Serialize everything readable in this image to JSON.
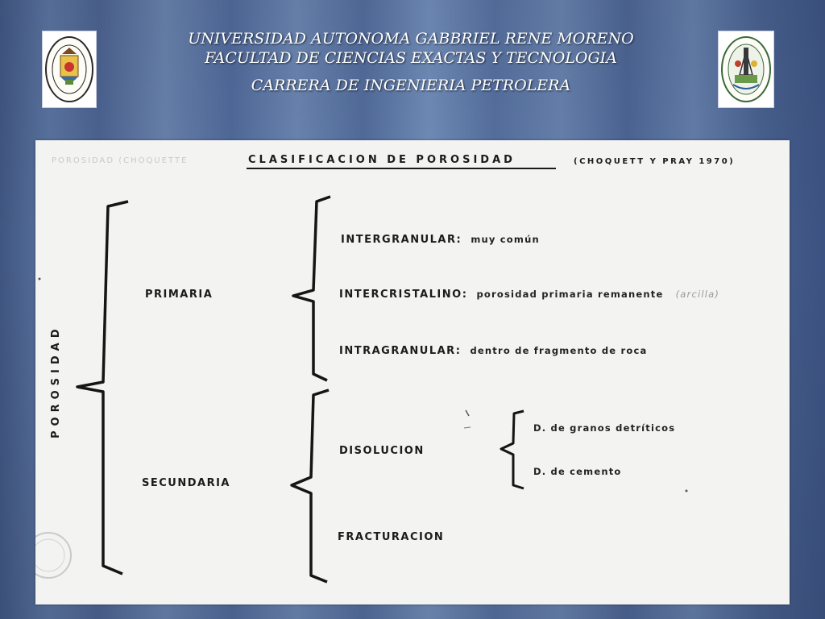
{
  "header": {
    "line1": "UNIVERSIDAD AUTONOMA GABBRIEL RENE MORENO",
    "line2": "FACULTAD DE CIENCIAS EXACTAS Y TECNOLOGIA",
    "line3": "CARRERA DE INGENIERIA PETROLERA"
  },
  "logos": {
    "left": {
      "icon": "university-seal-icon"
    },
    "right": {
      "icon": "faculty-seal-icon"
    }
  },
  "diagram": {
    "title": "CLASIFICACION DE POROSIDAD",
    "reference": "(CHOQUETT Y PRAY 1970)",
    "faded_header": "POROSIDAD (CHOQUETTE",
    "root": "POROSIDAD",
    "primaria": {
      "label": "PRIMARIA",
      "items": [
        {
          "term": "INTERGRANULAR:",
          "desc": "muy común"
        },
        {
          "term": "INTERCRISTALINO:",
          "desc": "porosidad primaria remanente",
          "note": "(arcilla)"
        },
        {
          "term": "INTRAGRANULAR:",
          "desc": "dentro de fragmento de roca"
        }
      ]
    },
    "secundaria": {
      "label": "SECUNDARIA",
      "disolucion": {
        "term": "DISOLUCION",
        "subitems": [
          "D. de granos detríticos",
          "D. de cemento"
        ]
      },
      "fracturacion": {
        "term": "FRACTURACION"
      }
    }
  },
  "colors": {
    "background": "#4f6790",
    "sheet": "#f3f3f1",
    "ink": "#1b1b1b",
    "header_text": "#ffffff"
  }
}
